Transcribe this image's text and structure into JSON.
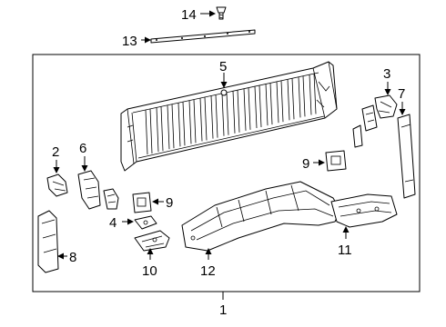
{
  "diagram": {
    "callouts": {
      "c1": "1",
      "c2": "2",
      "c3": "3",
      "c4": "4",
      "c5": "5",
      "c6": "6",
      "c7": "7",
      "c8": "8",
      "c9a": "9",
      "c9b": "9",
      "c10": "10",
      "c11": "11",
      "c12": "12",
      "c13": "13",
      "c14": "14"
    }
  }
}
